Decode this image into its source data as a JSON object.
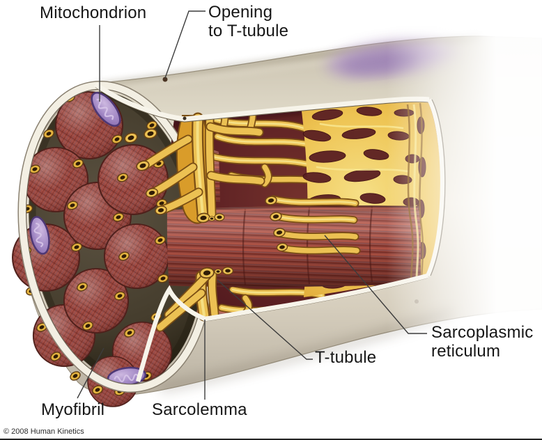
{
  "figure": {
    "description": "Cut-away illustration of a skeletal muscle fiber showing internal organelles",
    "credit": "© 2008 Human Kinetics"
  },
  "labels": {
    "mitochondrion": "Mitochondrion",
    "opening_to_t_tubule": "Opening\nto T-tubule",
    "sarcoplasmic_reticulum": "Sarcoplasmic\nreticulum",
    "t_tubule": "T-tubule",
    "sarcolemma": "Sarcolemma",
    "myofibril": "Myofibril"
  },
  "colors": {
    "label_text": "#161616",
    "leader_line": "#3c3c3c",
    "background": "#ffffff",
    "membrane_cream": "#ddd5c6",
    "sr_yellow": "#ecc153",
    "sr_outline_brown": "#7a4e14",
    "myofibril_red": "#9c4740",
    "window_maroon": "#541a1d",
    "mitochondrion_purple": "#8a6bb0",
    "nucleus_purple": "#a98fb8"
  }
}
